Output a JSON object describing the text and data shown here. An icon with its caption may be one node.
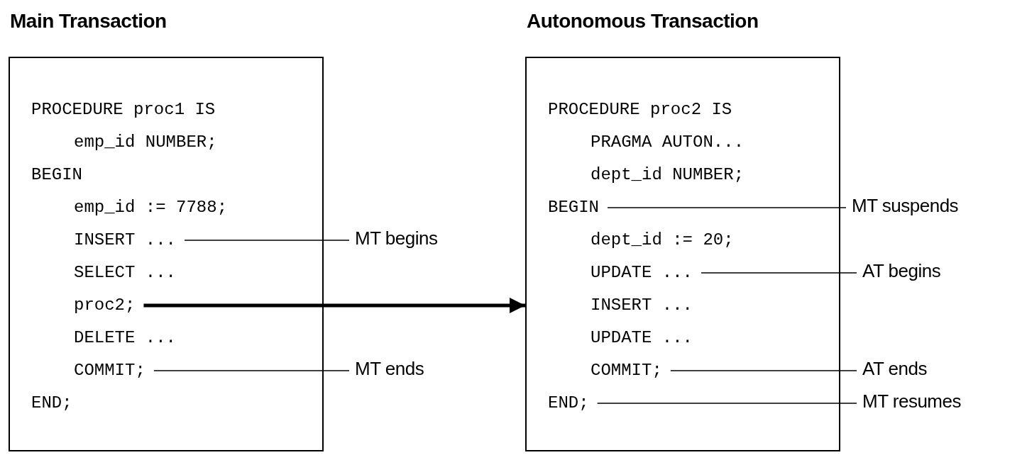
{
  "diagram": {
    "nodes": [
      {
        "text": [
          "Main Transaction"
        ]
      },
      {
        "text": [
          "PROCEDURE proc1 IS"
        ],
        "in": 0
      },
      {
        "text": [
          "emp_id NUMBER;"
        ],
        "in": 0
      },
      {
        "text": [
          "BEGIN"
        ],
        "in": 0
      },
      {
        "text": [
          "emp_id := 7788;"
        ],
        "in": 0
      },
      {
        "text": [
          "INSERT ..."
        ],
        "in": 0
      },
      {
        "text": [
          "SELECT ..."
        ],
        "in": 0
      },
      {
        "text": [
          "proc2;"
        ],
        "in": 0
      },
      {
        "text": [
          "DELETE ..."
        ],
        "in": 0
      },
      {
        "text": [
          "COMMIT;"
        ],
        "in": 0
      },
      {
        "text": [
          "END;"
        ],
        "in": 0
      },
      {
        "text": [
          "MT begins"
        ]
      },
      {
        "text": [
          "MT ends"
        ]
      },
      {
        "text": [
          "Autonomous Transaction"
        ]
      },
      {
        "text": [
          "PROCEDURE proc2 IS"
        ],
        "in": 13
      },
      {
        "text": [
          "PRAGMA AUTON..."
        ],
        "in": 13
      },
      {
        "text": [
          "dept_id NUMBER;"
        ],
        "in": 13
      },
      {
        "text": [
          "BEGIN"
        ],
        "in": 13
      },
      {
        "text": [
          "dept_id := 20;"
        ],
        "in": 13
      },
      {
        "text": [
          "UPDATE ..."
        ],
        "in": 13
      },
      {
        "text": [
          "INSERT ..."
        ],
        "in": 13
      },
      {
        "text": [
          "UPDATE ..."
        ],
        "in": 13
      },
      {
        "text": [
          "COMMIT;"
        ],
        "in": 13
      },
      {
        "text": [
          "END;"
        ],
        "in": 13
      },
      {
        "text": [
          "MT suspends"
        ]
      },
      {
        "text": [
          "AT begins"
        ]
      },
      {
        "text": [
          "AT ends"
        ]
      },
      {
        "text": [
          "MT resumes"
        ]
      }
    ],
    "edges": [
      {
        "from": 5,
        "to": 11,
        "arrow": "none"
      },
      {
        "from": 9,
        "to": 12,
        "arrow": "none"
      },
      {
        "from": 7,
        "to": 13,
        "arrow": "to",
        "style": "thick"
      },
      {
        "from": 17,
        "to": 24,
        "arrow": "none"
      },
      {
        "from": 19,
        "to": 25,
        "arrow": "none"
      },
      {
        "from": 22,
        "to": 26,
        "arrow": "none"
      },
      {
        "from": 23,
        "to": 27,
        "arrow": "none"
      }
    ]
  }
}
